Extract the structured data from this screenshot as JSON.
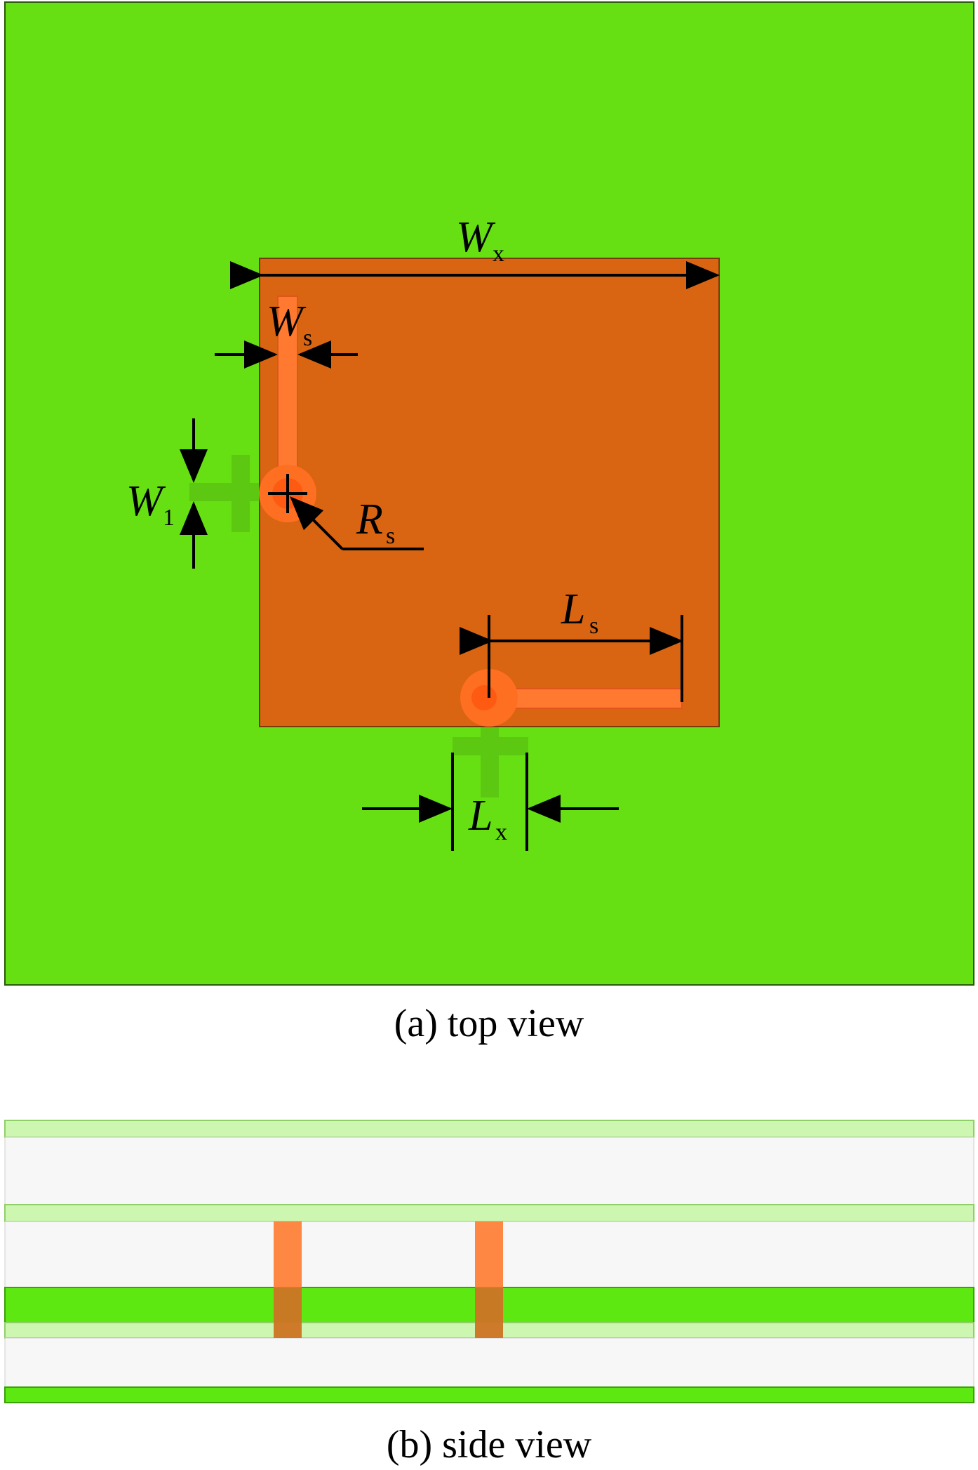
{
  "captions": {
    "top": "(a) top view",
    "side": "(b) side view"
  },
  "labels": {
    "wx": {
      "main": "W",
      "sub": "x"
    },
    "ws": {
      "main": "W",
      "sub": "s"
    },
    "w1": {
      "main": "W",
      "sub": "1"
    },
    "rs": {
      "main": "R",
      "sub": "s"
    },
    "ls": {
      "main": "L",
      "sub": "s"
    },
    "lx": {
      "main": "L",
      "sub": "x"
    }
  },
  "colors": {
    "substrate_green": "#66e012",
    "patch_orange": "#d96512",
    "strip_orange": "#ff6f22",
    "faint_green": "#cdf7b0",
    "gray_layer": "#f7f7f7",
    "line": "#000000"
  }
}
